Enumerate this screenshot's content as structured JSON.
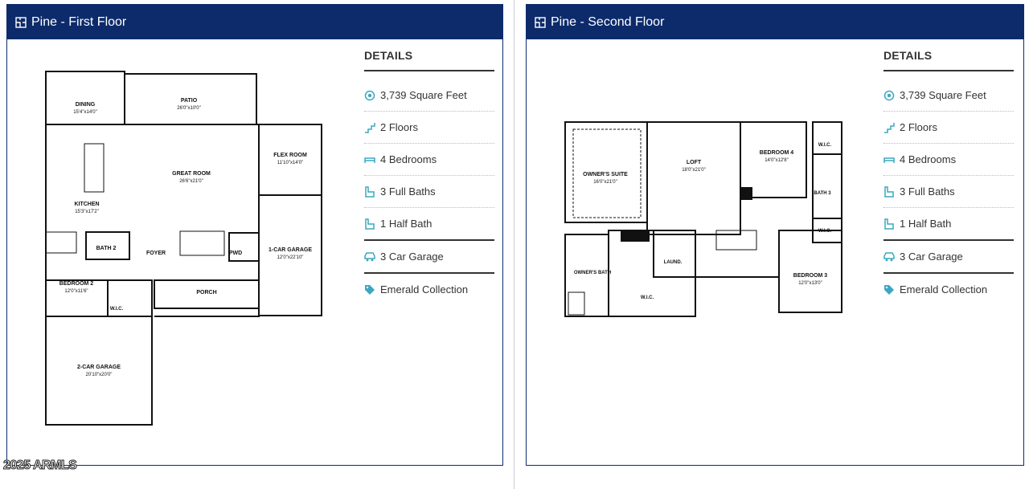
{
  "left": {
    "title": "Pine - First Floor",
    "details_heading": "DETAILS",
    "details": [
      {
        "icon": "sqft-icon",
        "label": "3,739 Square Feet"
      },
      {
        "icon": "stairs-icon",
        "label": "2 Floors"
      },
      {
        "icon": "bed-icon",
        "label": "4 Bedrooms"
      },
      {
        "icon": "bath-icon",
        "label": "3 Full Baths"
      },
      {
        "icon": "half-bath-icon",
        "label": "1 Half Bath"
      },
      {
        "icon": "car-icon",
        "label": "3 Car Garage"
      },
      {
        "icon": "tag-icon",
        "label": "Emerald Collection"
      }
    ],
    "rooms": {
      "dining": "DINING",
      "dining_dim": "15'4\"x14'0\"",
      "patio": "PATIO",
      "patio_dim": "26'0\"x10'0\"",
      "flex": "FLEX ROOM",
      "flex_dim": "11'10\"x14'0\"",
      "great": "GREAT ROOM",
      "great_dim": "26'6\"x21'0\"",
      "kitchen": "KITCHEN",
      "kitchen_dim": "15'3\"x17'2\"",
      "bath2": "BATH 2",
      "foyer": "FOYER",
      "pwd": "PWD",
      "garage1": "1-CAR GARAGE",
      "garage1_dim": "12'0\"x22'10\"",
      "bedroom2": "BEDROOM 2",
      "bedroom2_dim": "12'0\"x11'6\"",
      "wic": "W.I.C.",
      "porch": "PORCH",
      "garage2": "2-CAR GARAGE",
      "garage2_dim": "20'10\"x20'0\""
    }
  },
  "right": {
    "title": "Pine - Second Floor",
    "details_heading": "DETAILS",
    "details": [
      {
        "icon": "sqft-icon",
        "label": "3,739 Square Feet"
      },
      {
        "icon": "stairs-icon",
        "label": "2 Floors"
      },
      {
        "icon": "bed-icon",
        "label": "4 Bedrooms"
      },
      {
        "icon": "bath-icon",
        "label": "3 Full Baths"
      },
      {
        "icon": "half-bath-icon",
        "label": "1 Half Bath"
      },
      {
        "icon": "car-icon",
        "label": "3 Car Garage"
      },
      {
        "icon": "tag-icon",
        "label": "Emerald Collection"
      }
    ],
    "rooms": {
      "owners_suite": "OWNER'S SUITE",
      "owners_suite_dim": "16'0\"x21'0\"",
      "loft": "LOFT",
      "loft_dim": "18'0\"x21'0\"",
      "bedroom4": "BEDROOM 4",
      "bedroom4_dim": "14'0\"x12'8\"",
      "wic": "W.I.C.",
      "bath3": "BATH 3",
      "owners_bath": "OWNER'S BATH",
      "laund": "LAUND.",
      "bedroom3": "BEDROOM 3",
      "bedroom3_dim": "12'0\"x13'0\""
    }
  },
  "watermark": "2025 ARMLS",
  "colors": {
    "header": "#0d2b6b",
    "icon_accent": "#3aa8c1"
  }
}
